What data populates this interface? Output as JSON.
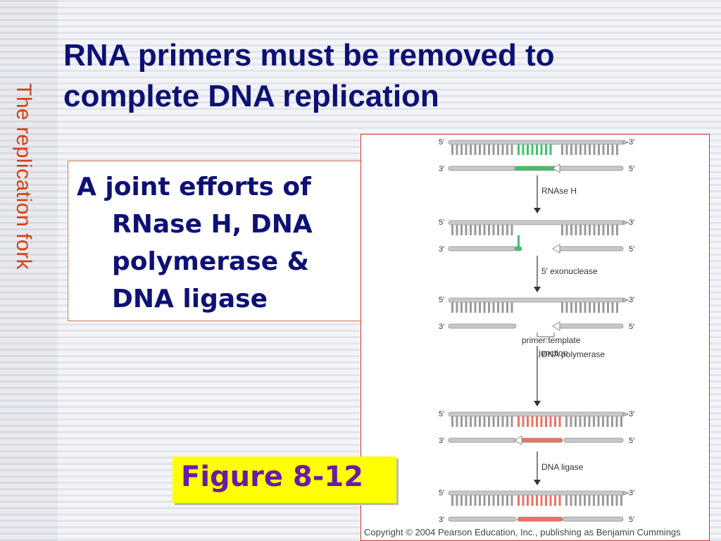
{
  "slide": {
    "title_line1": "RNA primers must be removed to",
    "title_line2": "complete DNA replication",
    "side_title": "The replication fork",
    "bullet": "A joint efforts of RNase H, DNA polymerase & DNA ligase",
    "figure_label": "Figure 8-12",
    "copyright": "Copyright © 2004 Pearson Education, Inc., publishing as Benjamin Cummings"
  },
  "figure": {
    "end_5": "5′",
    "end_3": "3′",
    "steps": [
      {
        "label": "RNAse H"
      },
      {
        "label": "5′  exonuclease"
      },
      {
        "label": "DNA polymerase"
      },
      {
        "label": "DNA ligase"
      }
    ],
    "junction_label_line1": "primer:template",
    "junction_label_line2": "junction"
  },
  "colors": {
    "title": "#0d1175",
    "side_title": "#d7400e",
    "figure_label_text": "#6a1ba8",
    "figure_label_bg": "#ffff00",
    "rna_primer": "#3cc46a",
    "new_dna": "#f07060",
    "strand": "#c8c8c8"
  }
}
